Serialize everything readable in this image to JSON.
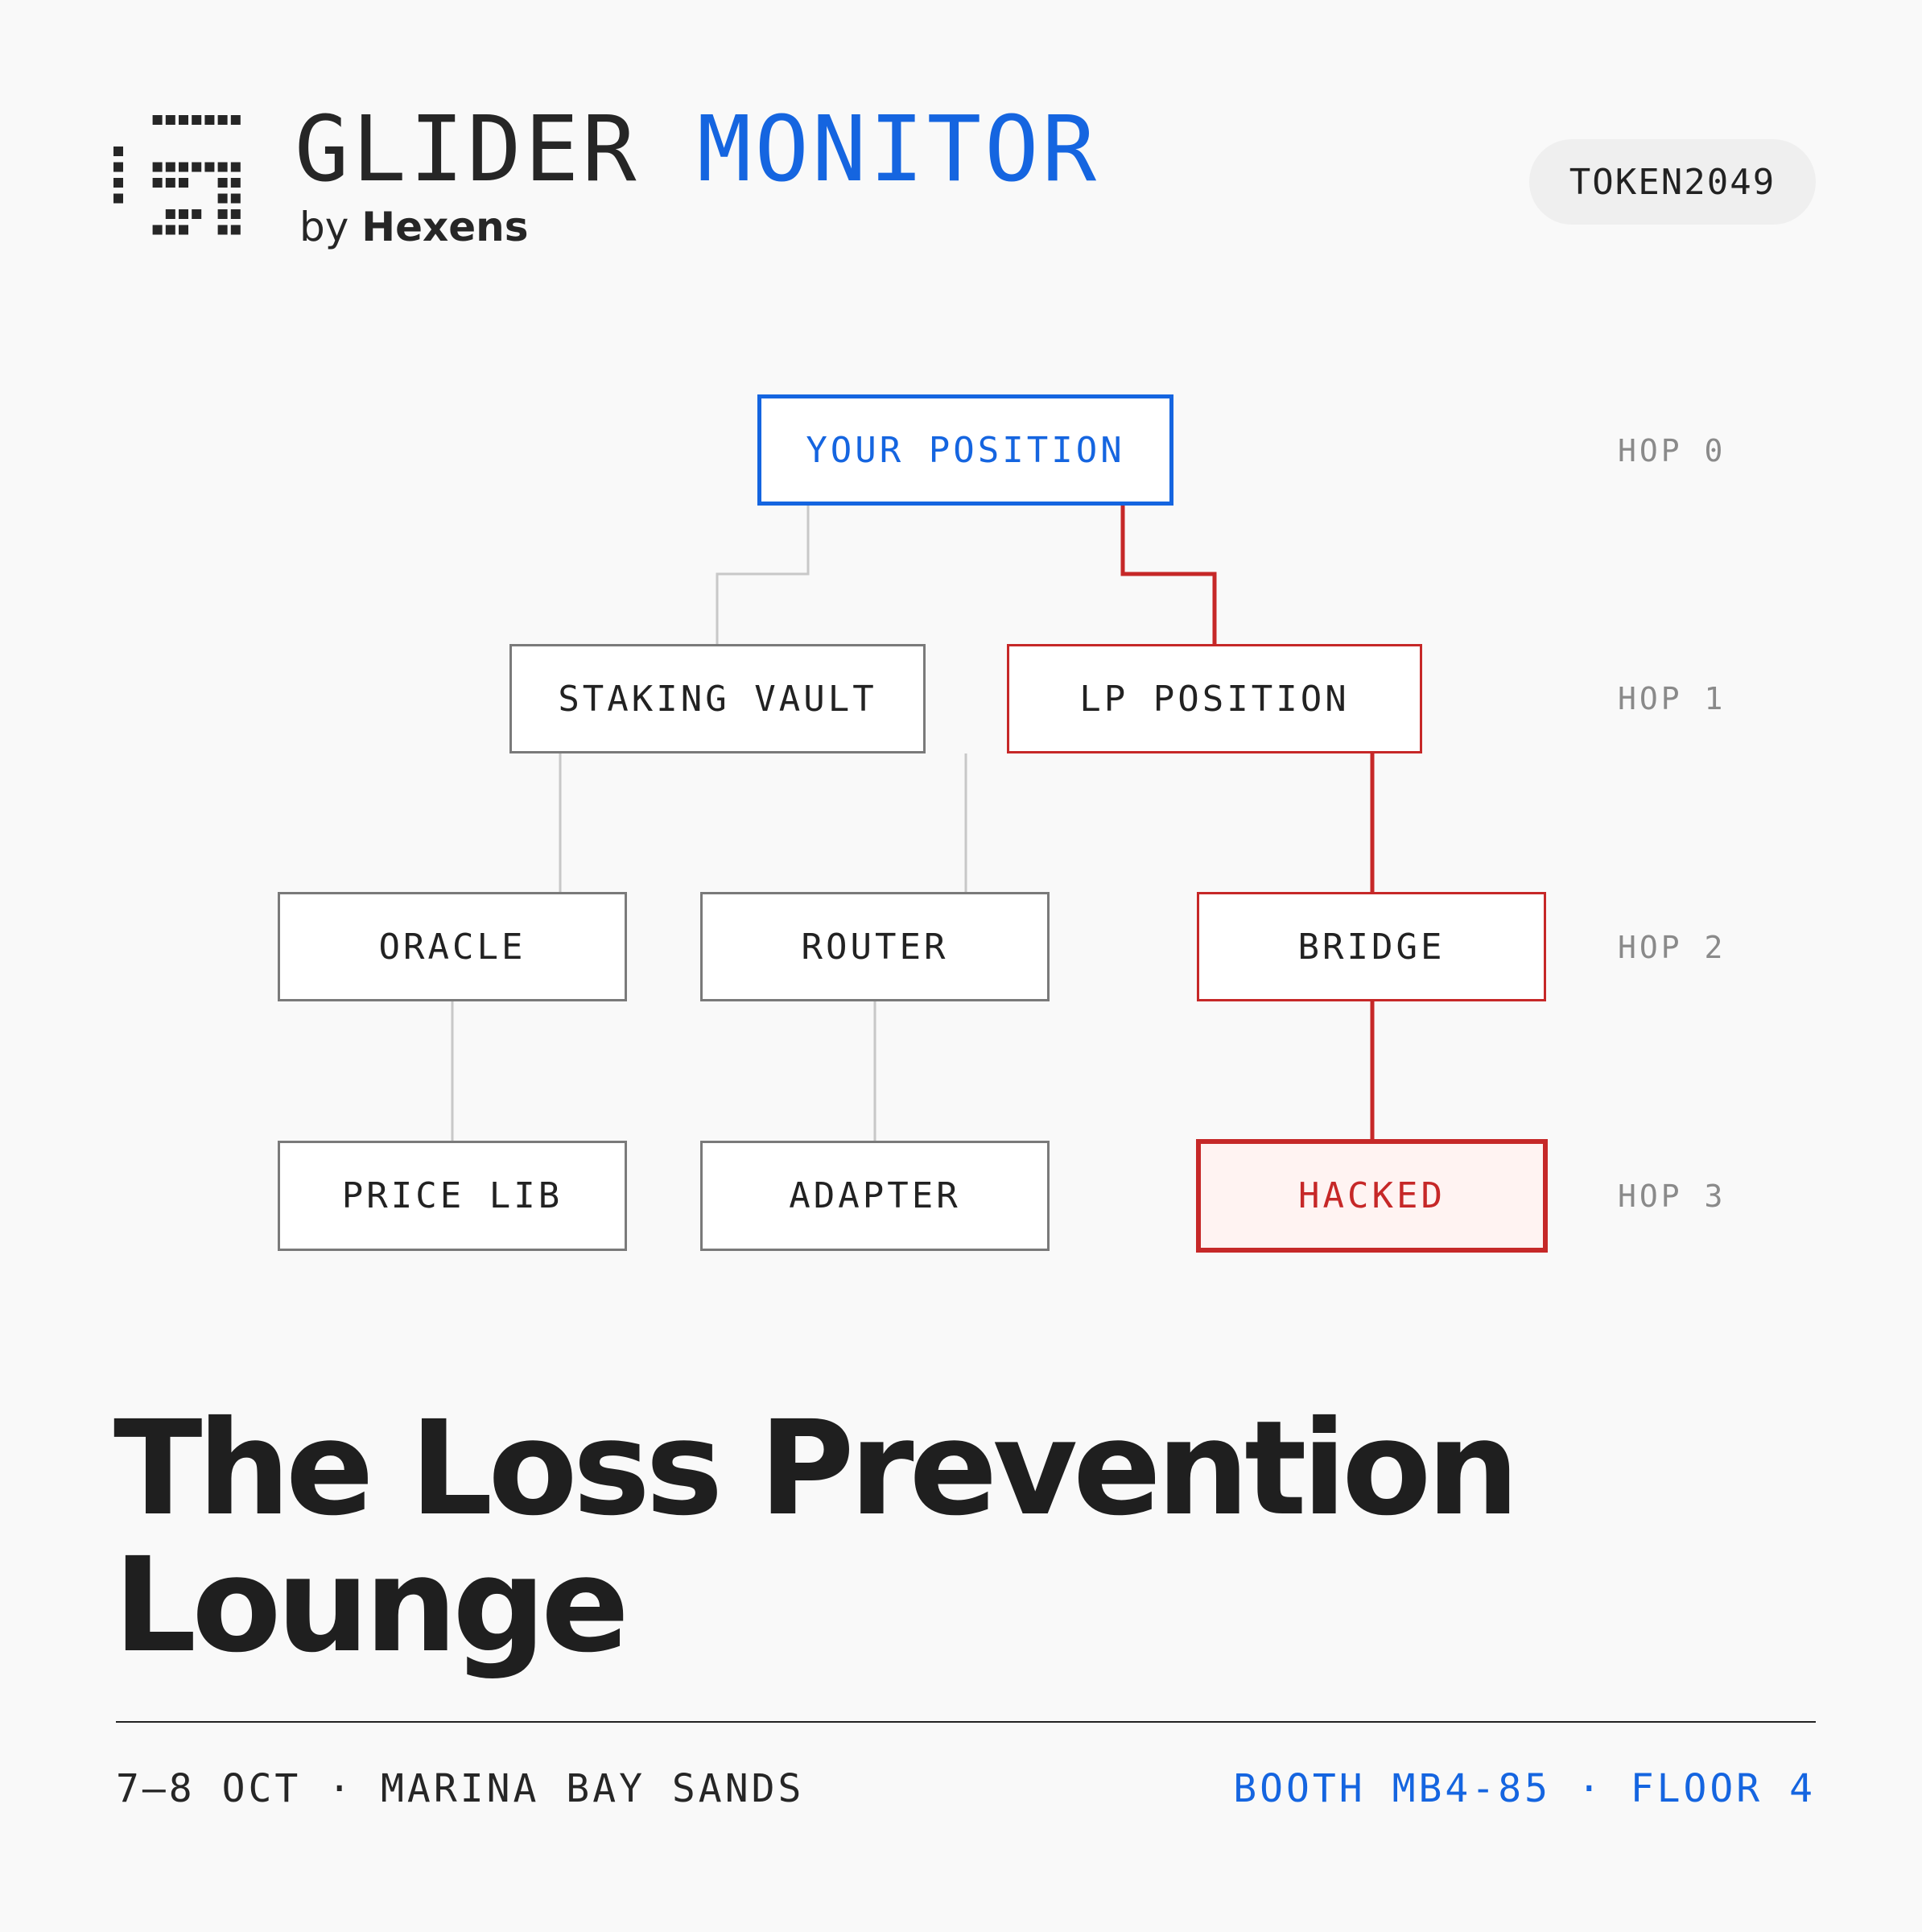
{
  "header": {
    "brand_word1": "GLIDER",
    "brand_word2": "MONITOR",
    "by": "by",
    "company": "Hexens",
    "event_badge": "TOKEN2049"
  },
  "diagram": {
    "nodes": {
      "your_position": "YOUR POSITION",
      "staking_vault": "STAKING VAULT",
      "lp_position": "LP POSITION",
      "oracle": "ORACLE",
      "router": "ROUTER",
      "bridge": "BRIDGE",
      "price_lib": "PRICE LIB",
      "adapter": "ADAPTER",
      "hacked": "HACKED"
    },
    "hops": [
      "HOP 0",
      "HOP 1",
      "HOP 2",
      "HOP 3"
    ]
  },
  "headline": {
    "line1": "The Loss Prevention",
    "line2": "Lounge"
  },
  "footer": {
    "date": "7–8 OCT",
    "sep1": "·",
    "venue": "MARINA BAY SANDS",
    "booth": "BOOTH MB4-85",
    "sep2": "·",
    "floor": "FLOOR 4"
  },
  "colors": {
    "accent_blue": "#1565e0",
    "alert_red": "#c62828",
    "ink": "#222222",
    "neutral_border": "#7a7a7a",
    "connector_gray": "#c8c8c8",
    "background": "#f9f9f9"
  },
  "icons": {
    "logo": "glider-pixel-g-icon"
  }
}
